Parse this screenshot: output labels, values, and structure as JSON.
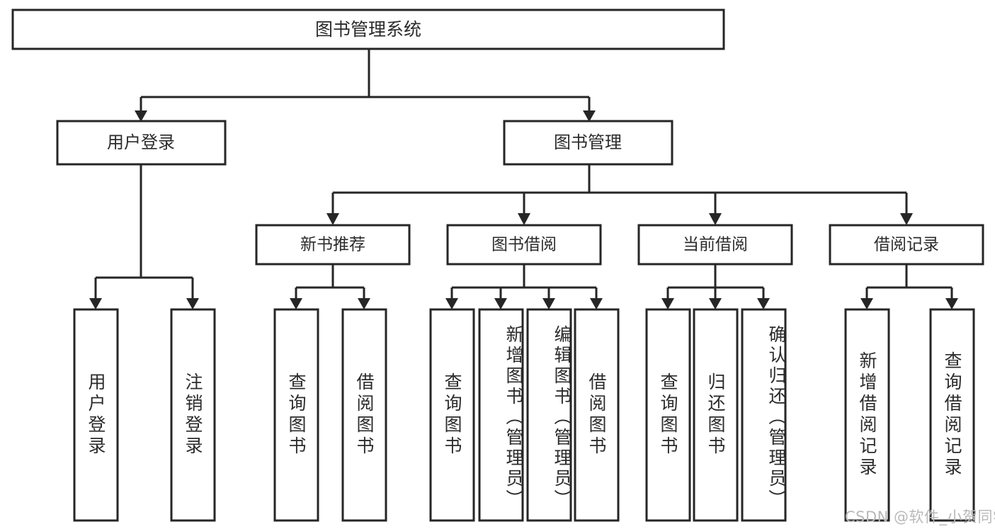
{
  "diagram": {
    "type": "tree-hierarchy",
    "title": "图书管理系统",
    "orientation": "top-down",
    "colors": {
      "stroke": "#262626",
      "fill": "#ffffff",
      "text": "#2b2b2b",
      "watermark": "#b9b9b9",
      "background": "#ffffff"
    },
    "levels": {
      "root": {
        "label": "图书管理系统"
      },
      "level2": [
        {
          "id": "user-login",
          "label": "用户登录"
        },
        {
          "id": "book-management",
          "label": "图书管理"
        }
      ],
      "level3": [
        {
          "id": "new-book-recommend",
          "label": "新书推荐",
          "parent": "book-management"
        },
        {
          "id": "book-borrow",
          "label": "图书借阅",
          "parent": "book-management"
        },
        {
          "id": "current-borrow",
          "label": "当前借阅",
          "parent": "book-management"
        },
        {
          "id": "borrow-record",
          "label": "借阅记录",
          "parent": "book-management"
        }
      ],
      "leaves": [
        {
          "id": "leaf-user-login",
          "label": "用户登录",
          "parent": "user-login"
        },
        {
          "id": "leaf-logout-login",
          "label": "注销登录",
          "parent": "user-login"
        },
        {
          "id": "leaf-query-book-1",
          "label": "查询图书",
          "parent": "new-book-recommend"
        },
        {
          "id": "leaf-borrow-book-1",
          "label": "借阅图书",
          "parent": "new-book-recommend"
        },
        {
          "id": "leaf-query-book-2",
          "label": "查询图书",
          "parent": "book-borrow"
        },
        {
          "id": "leaf-add-book-admin",
          "label": "新增图书（管理员）",
          "parent": "book-borrow"
        },
        {
          "id": "leaf-edit-book-admin",
          "label": "编辑图书（管理员）",
          "parent": "book-borrow"
        },
        {
          "id": "leaf-borrow-book-2",
          "label": "借阅图书",
          "parent": "book-borrow"
        },
        {
          "id": "leaf-query-book-3",
          "label": "查询图书",
          "parent": "current-borrow"
        },
        {
          "id": "leaf-return-book",
          "label": "归还图书",
          "parent": "current-borrow"
        },
        {
          "id": "leaf-confirm-return-admin",
          "label": "确认归还（管理员）",
          "parent": "current-borrow"
        },
        {
          "id": "leaf-add-borrow-record",
          "label": "新增借阅记录",
          "parent": "borrow-record"
        },
        {
          "id": "leaf-query-borrow-record",
          "label": "查询借阅记录",
          "parent": "borrow-record"
        }
      ]
    },
    "watermark": "CSDN @软件_小贺同学"
  }
}
